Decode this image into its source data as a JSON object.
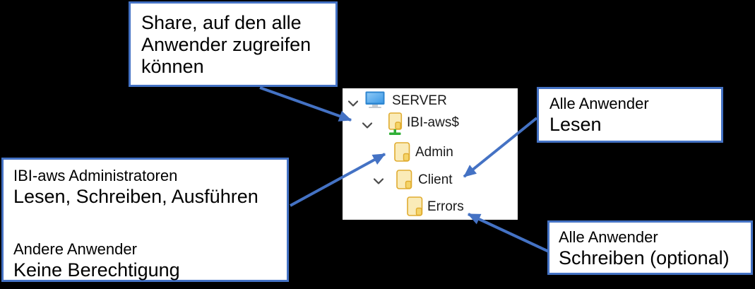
{
  "page": {
    "background": "#000000",
    "accent": "#4472C4"
  },
  "callouts": {
    "share": {
      "lines": [
        "Share, auf den alle",
        "Anwender zugreifen",
        "können"
      ]
    },
    "admins": {
      "groups": [
        {
          "title": "IBI-aws Administratoren",
          "value": "Lesen, Schreiben, Ausführen"
        },
        {
          "title": "Andere Anwender",
          "value": "Keine Berechtigung"
        }
      ]
    },
    "client": {
      "title": "Alle Anwender",
      "value": "Lesen"
    },
    "errors": {
      "title": "Alle Anwender",
      "value": "Schreiben (optional)"
    }
  },
  "tree": {
    "items": [
      {
        "label": "SERVER",
        "icon": "computer-icon",
        "expanded": true,
        "level": 0
      },
      {
        "label": "IBI-aws$",
        "icon": "shared-folder-icon",
        "expanded": true,
        "level": 1
      },
      {
        "label": "Admin",
        "icon": "folder-icon",
        "expanded": false,
        "level": 2
      },
      {
        "label": "Client",
        "icon": "folder-icon",
        "expanded": true,
        "level": 2
      },
      {
        "label": "Errors",
        "icon": "folder-icon",
        "expanded": false,
        "level": 3
      }
    ]
  },
  "colors": {
    "callout_border": "#4472C4",
    "arrow": "#4472C4",
    "folder_fill": "#FAEBB8",
    "folder_tab_fill": "#F5D469",
    "folder_border": "#E0AC30",
    "share_indicator_green": "#2FAF36",
    "monitor_frame_blue": "#2E86D0",
    "monitor_screen_blue": "#5FB0EF",
    "monitor_base_gray": "#C3CAD1",
    "chevron_gray": "#4A4A4A",
    "tree_text": "#1A1A1A"
  }
}
